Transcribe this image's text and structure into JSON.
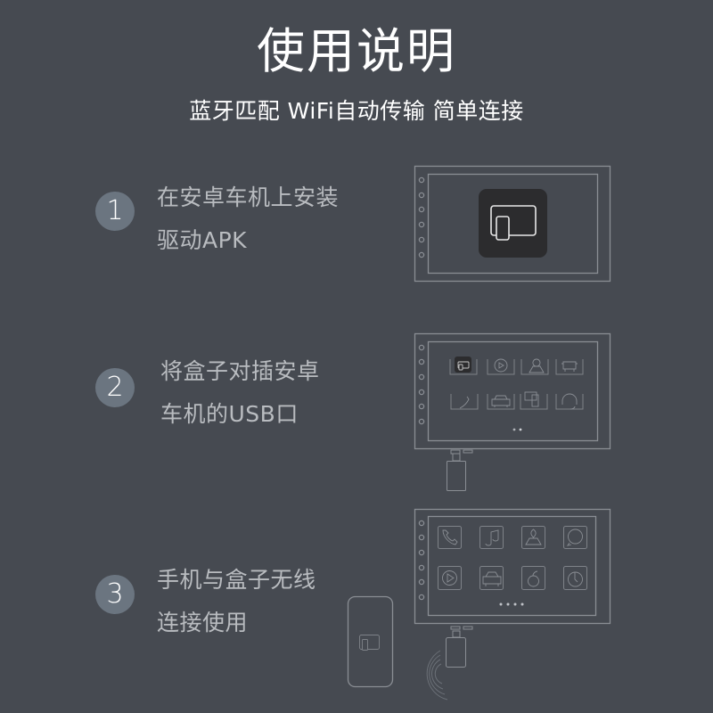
{
  "header": {
    "title": "使用说明",
    "subtitle": "蓝牙匹配 WiFi自动传输 简单连接"
  },
  "colors": {
    "background": "#464a51",
    "number_circle": "#6b7580",
    "title_text": "#ffffff",
    "step_text": "#b9bcc0",
    "line_art": "#8a8e94",
    "app_icon_bg": "#2c2c2e"
  },
  "steps": [
    {
      "number": "1",
      "lines": [
        "在安卓车机上安装",
        "驱动APK"
      ],
      "illustration": "car-head-unit-with-app-icon"
    },
    {
      "number": "2",
      "lines": [
        "将盒子对插安卓",
        "车机的USB口"
      ],
      "illustration": "car-head-unit-app-grid-with-usb-dongle",
      "grid_icons": [
        "app-icon",
        "play-icon",
        "map-pin-icon",
        "car-seat-icon",
        "phone-icon",
        "car-icon",
        "screen-mirror-icon",
        "headset-icon"
      ],
      "page_dots": 2
    },
    {
      "number": "3",
      "lines": [
        "手机与盒子无线",
        "连接使用"
      ],
      "illustration": "car-head-unit-with-phone-wireless",
      "grid_icons": [
        "phone-icon",
        "music-icon",
        "map-pin-icon",
        "whatsapp-icon",
        "play-icon",
        "car-icon",
        "siri-icon",
        "sync-icon"
      ],
      "page_dots": 4
    }
  ]
}
